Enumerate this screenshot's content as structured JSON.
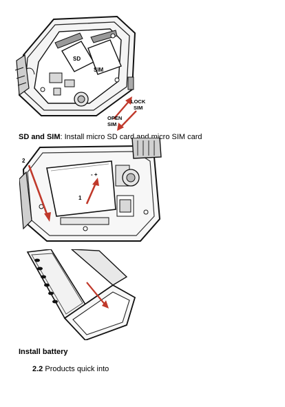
{
  "figure_sim": {
    "labels": {
      "sd": "SD",
      "sim": "SIM",
      "lock": "LOCK",
      "lock_sim": "SIM",
      "open": "OPEN",
      "open_sim": "SIM"
    },
    "arrow_color": "#c0392b"
  },
  "caption_sdsim": {
    "bold": "SD and SIM",
    "text": ": Install micro SD card and micro SIM card"
  },
  "figure_battery": {
    "labels": {
      "step2": "2",
      "step1": "1",
      "polarity": "- +"
    },
    "arrow_color": "#c0392b"
  },
  "figure_strap": {
    "arrow_color": "#c0392b"
  },
  "caption_battery": {
    "text": "Install battery"
  },
  "section": {
    "number": "2.2",
    "title": " Products quick into"
  }
}
